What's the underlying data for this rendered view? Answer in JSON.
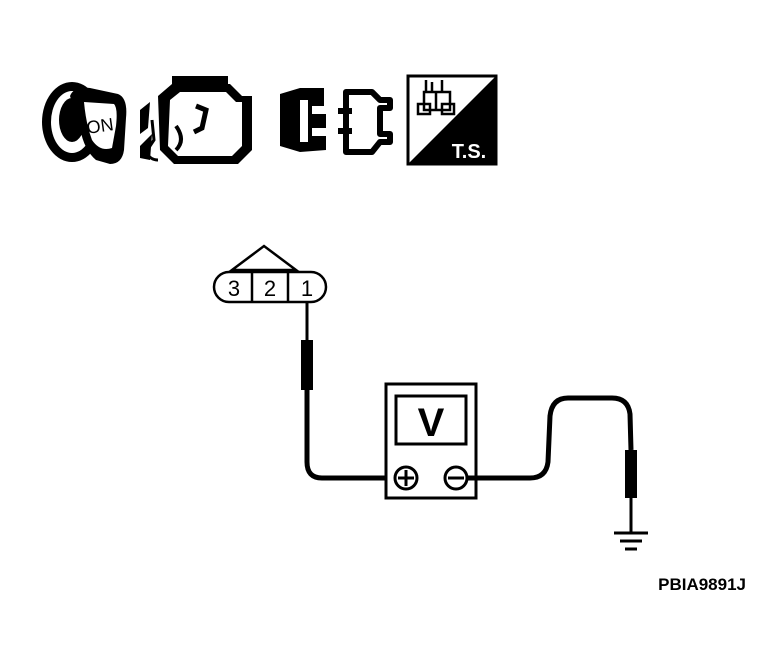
{
  "icons": [
    {
      "name": "ignition-key-icon",
      "label": "ON"
    },
    {
      "name": "engine-icon"
    },
    {
      "name": "connector-disconnect-icon"
    },
    {
      "name": "trouble-shooting-icon",
      "label": "T.S."
    }
  ],
  "connector": {
    "pins": [
      "3",
      "2",
      "1"
    ]
  },
  "meter": {
    "label": "V",
    "positive_symbol": "+",
    "negative_symbol": "−"
  },
  "figure_code": "PBIA9891J",
  "colors": {
    "ink": "#000000",
    "background": "#ffffff"
  }
}
